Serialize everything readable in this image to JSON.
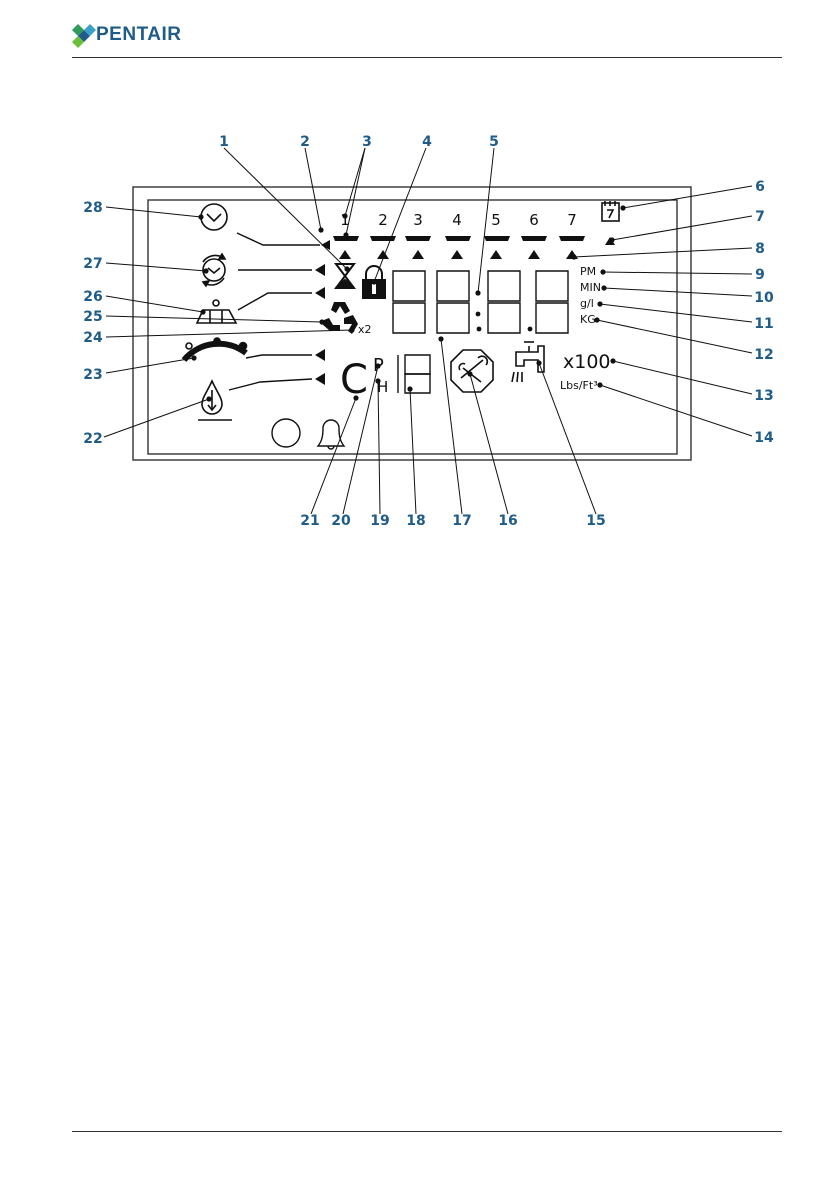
{
  "header": {
    "brand": "PENTAIR",
    "brand_color": "#1f5c8a"
  },
  "display": {
    "days": [
      "1",
      "2",
      "3",
      "4",
      "5",
      "6",
      "7"
    ],
    "units": {
      "pm": "PM",
      "min": "MIN",
      "gl": "g/l",
      "kg": "KG",
      "x100": "x100",
      "lbsft": "Lbs/Ft³"
    },
    "cycle_letter": "C",
    "p_letter": "P",
    "h_letter": "H",
    "x2": "x2"
  },
  "callouts": [
    "1",
    "2",
    "3",
    "4",
    "5",
    "6",
    "7",
    "8",
    "9",
    "10",
    "11",
    "12",
    "13",
    "14",
    "15",
    "16",
    "17",
    "18",
    "19",
    "20",
    "21",
    "22",
    "23",
    "24",
    "25",
    "26",
    "27",
    "28"
  ],
  "icons": [
    "clock-icon",
    "clock-cycle-icon",
    "scale-icon",
    "recycle-icon",
    "hardness-bar-icon",
    "water-drop-icon",
    "hourglass-icon",
    "lock-icon",
    "calendar-icon",
    "faucet-icon",
    "service-wrench-icon",
    "bell-icon",
    "circle-icon"
  ]
}
